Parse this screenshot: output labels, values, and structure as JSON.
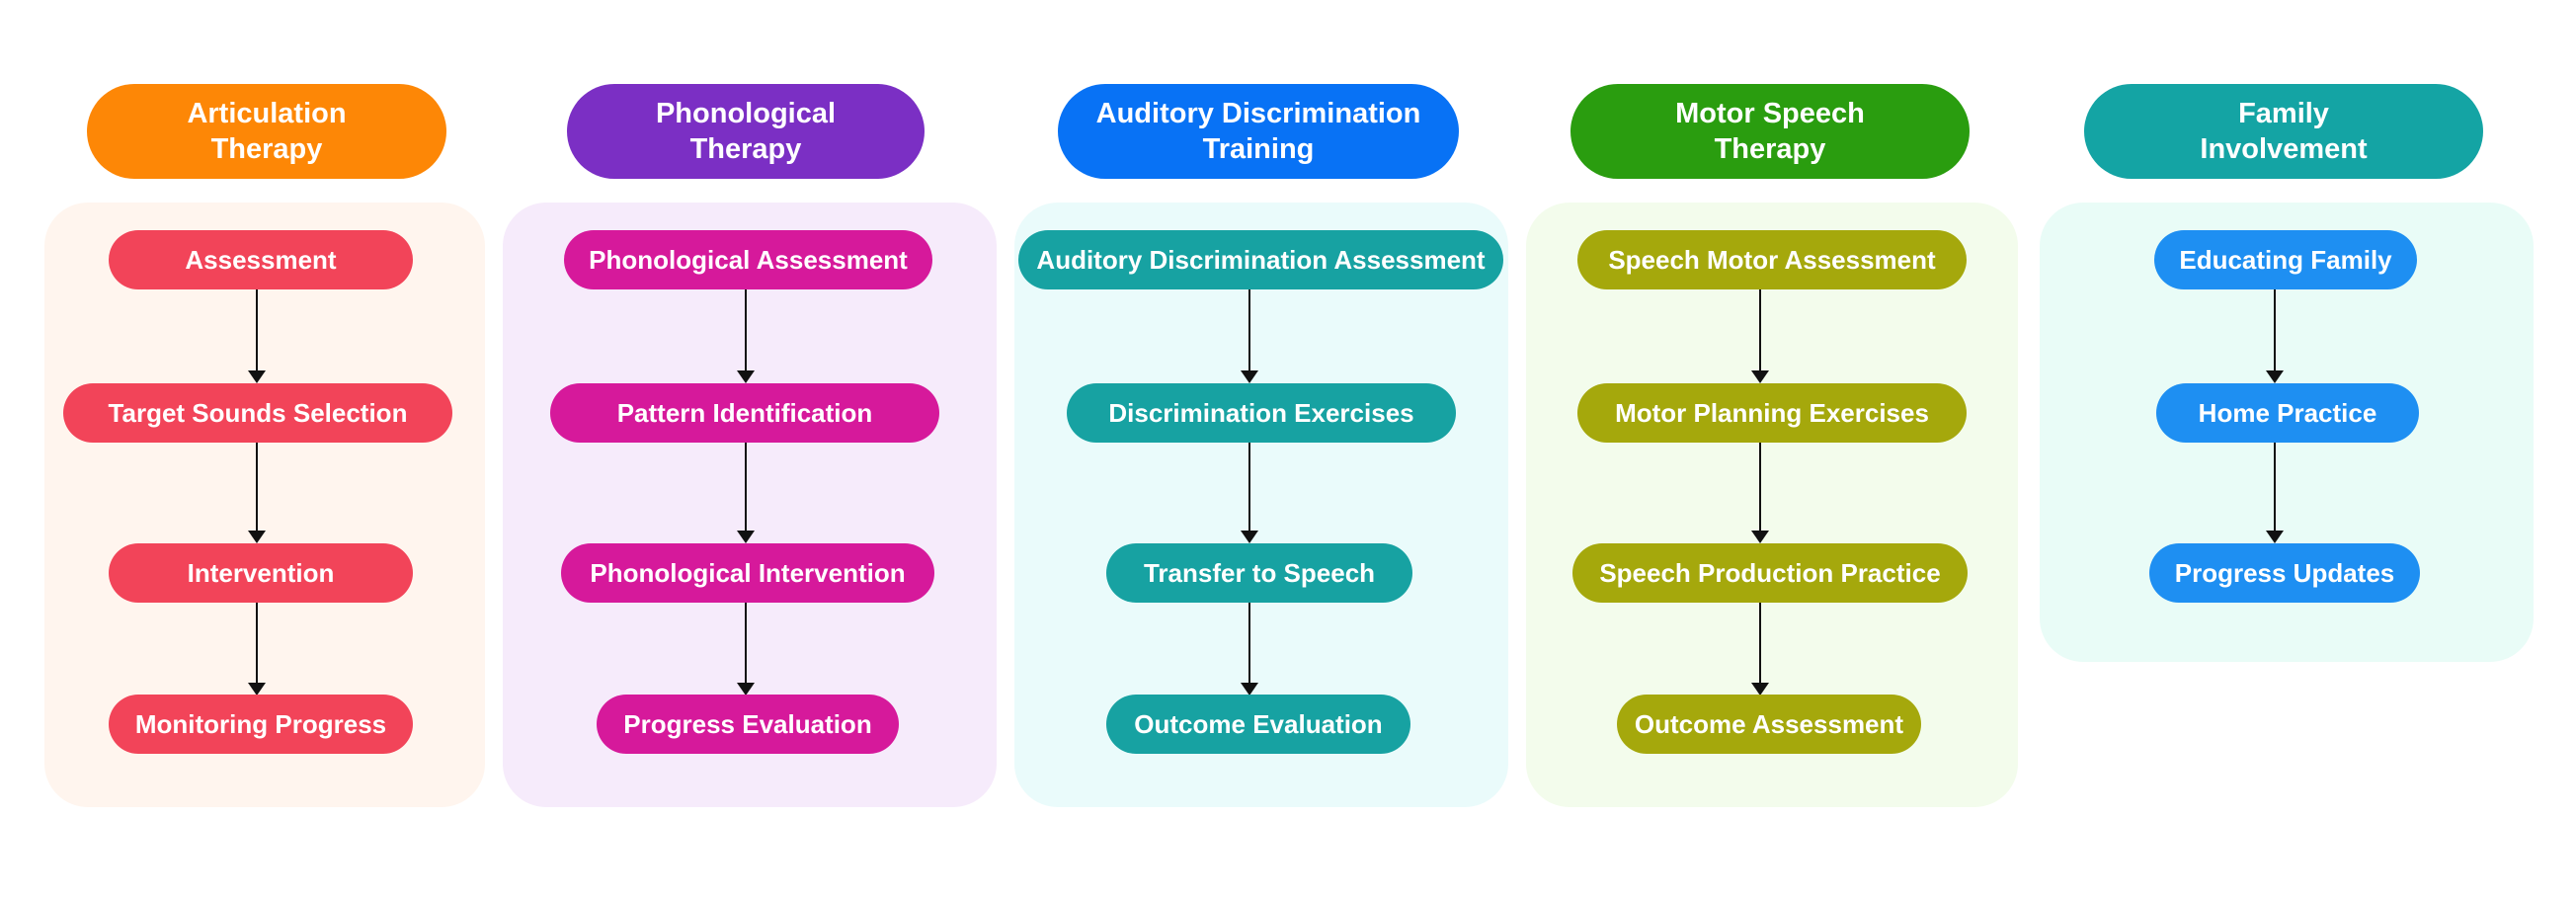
{
  "colors": {
    "articulation": "#fd8706",
    "phonological": "#7b2fc4",
    "auditory": "#0872f5",
    "motor": "#2a9d0f",
    "family": "#14a4a4"
  },
  "columns": [
    {
      "header": "Articulation\nTherapy",
      "steps": [
        "Assessment",
        "Target Sounds Selection",
        "Intervention",
        "Monitoring Progress"
      ]
    },
    {
      "header": "Phonological\nTherapy",
      "steps": [
        "Phonological Assessment",
        "Pattern Identification",
        "Phonological Intervention",
        "Progress Evaluation"
      ]
    },
    {
      "header": "Auditory Discrimination\nTraining",
      "steps": [
        "Auditory Discrimination Assessment",
        "Discrimination Exercises",
        "Transfer to Speech",
        "Outcome Evaluation"
      ]
    },
    {
      "header": "Motor Speech\nTherapy",
      "steps": [
        "Speech Motor Assessment",
        "Motor Planning Exercises",
        "Speech Production Practice",
        "Outcome Assessment"
      ]
    },
    {
      "header": "Family\nInvolvement",
      "steps": [
        "Educating Family",
        "Home Practice",
        "Progress Updates"
      ]
    }
  ]
}
